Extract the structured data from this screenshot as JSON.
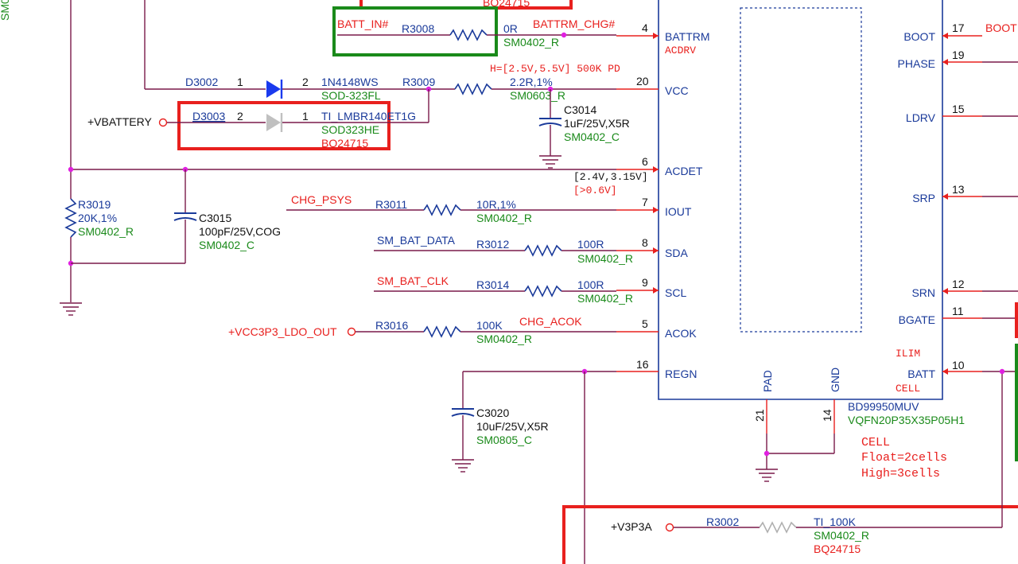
{
  "ic": {
    "part": "BD99950MUV",
    "package": "VQFN20P35X35P05H1",
    "left_pins": [
      {
        "num": "4",
        "name": "BATTRM"
      },
      {
        "num": "20",
        "name": "VCC"
      },
      {
        "num": "6",
        "name": "ACDET"
      },
      {
        "num": "7",
        "name": "IOUT"
      },
      {
        "num": "8",
        "name": "SDA"
      },
      {
        "num": "9",
        "name": "SCL"
      },
      {
        "num": "5",
        "name": "ACOK"
      },
      {
        "num": "16",
        "name": "REGN"
      }
    ],
    "right_pins": [
      {
        "num": "17",
        "name": "BOOT"
      },
      {
        "num": "19",
        "name": "PHASE"
      },
      {
        "num": "15",
        "name": "LDRV"
      },
      {
        "num": "13",
        "name": "SRP"
      },
      {
        "num": "12",
        "name": "SRN"
      },
      {
        "num": "11",
        "name": "BGATE"
      },
      {
        "num": "10",
        "name": "BATT"
      }
    ],
    "bottom_pins": [
      {
        "num": "21",
        "name": "PAD"
      },
      {
        "num": "14",
        "name": "GND"
      }
    ],
    "alt_names": {
      "acdrv": "ACDRV",
      "ilim": "ILIM",
      "cell": "CELL"
    },
    "top_partial": "BQ24715"
  },
  "nets": {
    "batt_in": "BATT_IN#",
    "battrm_chg": "BATTRM_CHG#",
    "vbattery": "+VBATTERY",
    "chg_psys": "CHG_PSYS",
    "sm_bat_data": "SM_BAT_DATA",
    "sm_bat_clk": "SM_BAT_CLK",
    "vcc3p3_ldo": "+VCC3P3_LDO_OUT",
    "chg_acok": "CHG_ACOK",
    "v3p3a": "+V3P3A",
    "boot_net": "BOOT"
  },
  "components": {
    "r3008": {
      "ref": "R3008",
      "value": "0R",
      "pkg": "SM0402_R"
    },
    "d3002": {
      "ref": "D3002",
      "pin_a": "1",
      "pin_k": "2",
      "value": "1N4148WS",
      "pkg": "SOD-323FL"
    },
    "r3009": {
      "ref": "R3009",
      "value": "2.2R,1%",
      "pkg": "SM0603_R"
    },
    "d3003": {
      "ref": "D3003",
      "pin_a": "2",
      "pin_k": "1",
      "value": "TI_LMBR140ET1G",
      "pkg": "SOD323HE",
      "alt": "BQ24715"
    },
    "c3014": {
      "ref": "C3014",
      "value": "1uF/25V,X5R",
      "pkg": "SM0402_C"
    },
    "r3019": {
      "ref": "R3019",
      "value": "20K,1%",
      "pkg": "SM0402_R"
    },
    "c3015": {
      "ref": "C3015",
      "value": "100pF/25V,COG",
      "pkg": "SM0402_C"
    },
    "r3011": {
      "ref": "R3011",
      "value": "10R,1%",
      "pkg": "SM0402_R"
    },
    "r3012": {
      "ref": "R3012",
      "value": "100R",
      "pkg": "SM0402_R"
    },
    "r3014": {
      "ref": "R3014",
      "value": "100R",
      "pkg": "SM0402_R"
    },
    "r3016": {
      "ref": "R3016",
      "value": "100K",
      "pkg": "SM0402_R"
    },
    "c3020": {
      "ref": "C3020",
      "value": "10uF/25V,X5R",
      "pkg": "SM0805_C"
    },
    "r3002": {
      "ref": "R3002",
      "value": "TI_100K",
      "pkg": "SM0402_R",
      "alt": "BQ24715"
    }
  },
  "notes": {
    "vcc_range": "H=[2.5V,5.5V] 500K PD",
    "acdet_range": "[2.4V,3.15V]",
    "acdet_min": "[>0.6V]",
    "cell_title": "CELL",
    "cell_float": "Float=2cells",
    "cell_high": "High=3cells",
    "edge_fragment": "SM0"
  },
  "colors": {
    "ic_outline": "#1a3a9a",
    "pin": "#e8201e",
    "wire": "#7a1a4a",
    "junction": "#e020e0",
    "highlight_red": "#e8201e",
    "highlight_green": "#1a8a1a"
  }
}
